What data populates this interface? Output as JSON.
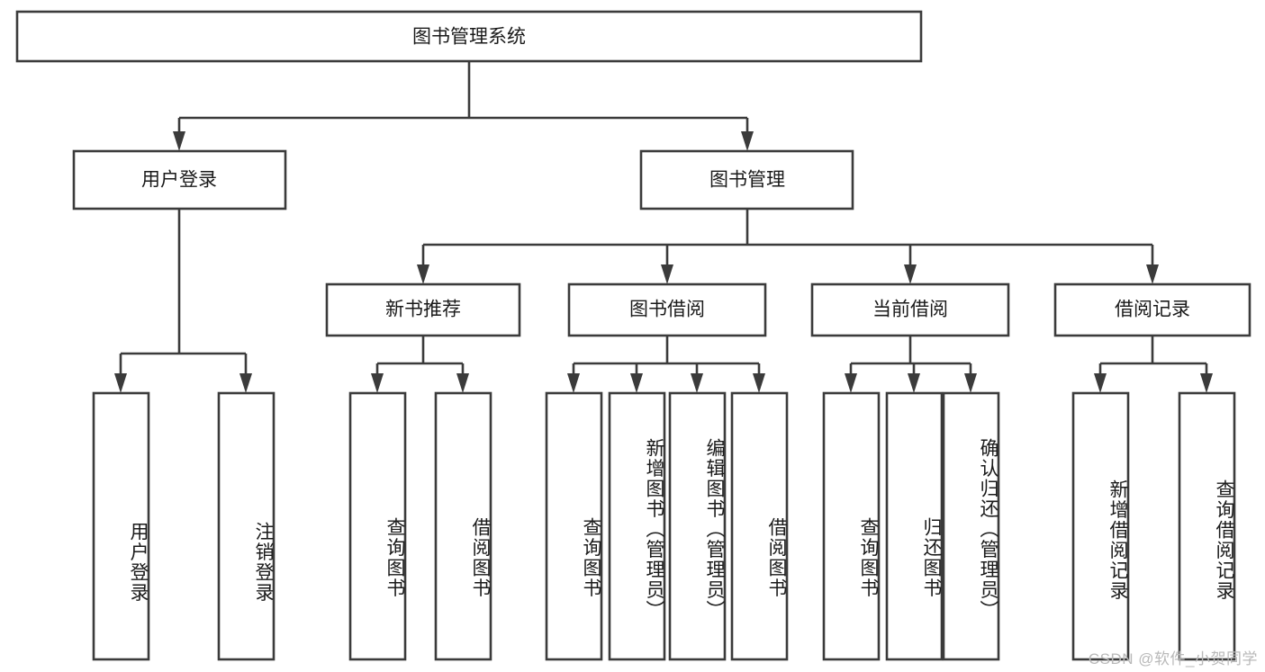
{
  "diagram": {
    "type": "tree-hierarchy-flowchart",
    "root": {
      "id": "root",
      "label": "图书管理系统"
    },
    "level2": [
      {
        "id": "user-login",
        "label": "用户登录"
      },
      {
        "id": "book-manage",
        "label": "图书管理"
      }
    ],
    "level3": [
      {
        "id": "new-book-rec",
        "label": "新书推荐",
        "parent": "book-manage"
      },
      {
        "id": "book-borrow",
        "label": "图书借阅",
        "parent": "book-manage"
      },
      {
        "id": "current-borrow",
        "label": "当前借阅",
        "parent": "book-manage"
      },
      {
        "id": "borrow-record",
        "label": "借阅记录",
        "parent": "book-manage"
      }
    ],
    "leaves": [
      {
        "id": "leaf-user-login",
        "label": "用户登录",
        "parent": "user-login"
      },
      {
        "id": "leaf-logout",
        "label": "注销登录",
        "parent": "user-login"
      },
      {
        "id": "leaf-query-book-1",
        "label": "查询图书",
        "parent": "new-book-rec"
      },
      {
        "id": "leaf-borrow-book-1",
        "label": "借阅图书",
        "parent": "new-book-rec"
      },
      {
        "id": "leaf-query-book-2",
        "label": "查询图书",
        "parent": "book-borrow"
      },
      {
        "id": "leaf-add-book",
        "label": "新增图书（管理员）",
        "parent": "book-borrow"
      },
      {
        "id": "leaf-edit-book",
        "label": "编辑图书（管理员）",
        "parent": "book-borrow"
      },
      {
        "id": "leaf-borrow-book-2",
        "label": "借阅图书",
        "parent": "book-borrow"
      },
      {
        "id": "leaf-query-book-3",
        "label": "查询图书",
        "parent": "current-borrow"
      },
      {
        "id": "leaf-return-book",
        "label": "归还图书",
        "parent": "current-borrow"
      },
      {
        "id": "leaf-confirm-return",
        "label": "确认归还（管理员）",
        "parent": "current-borrow"
      },
      {
        "id": "leaf-add-record",
        "label": "新增借阅记录",
        "parent": "borrow-record"
      },
      {
        "id": "leaf-query-record",
        "label": "查询借阅记录",
        "parent": "borrow-record"
      }
    ],
    "colors": {
      "stroke": "#3b3b3b",
      "box_fill": "#ffffff",
      "text": "#1a1a1a",
      "background": "#ffffff",
      "watermark": "#b9b9b9"
    }
  },
  "watermark": {
    "text": "CSDN @软件_小贺同学"
  }
}
